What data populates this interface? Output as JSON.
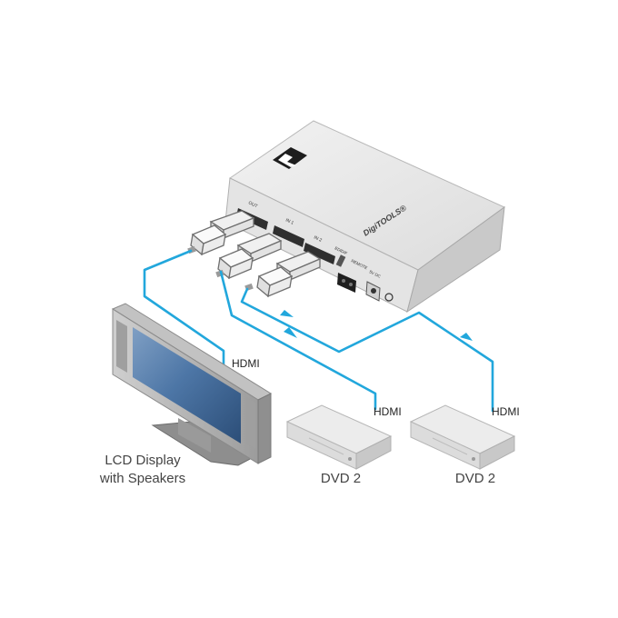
{
  "labels": {
    "lcd_line1": "LCD Display",
    "lcd_line2": "with Speakers",
    "dvd_a": "DVD 2",
    "dvd_b": "DVD 2",
    "hdmi_display": "HDMI",
    "hdmi_dvd_a": "HDMI",
    "hdmi_dvd_b": "HDMI"
  },
  "device": {
    "brand": "DigiTOOLS®",
    "port_out": "OUT",
    "port_in1": "IN 1",
    "port_in2": "IN 2",
    "port_edid": "EDID/F",
    "port_remote": "REMOTE",
    "port_power": "5V DC"
  },
  "colors": {
    "cable": "#22a7dc",
    "device_top": "#e9e9e9",
    "device_side": "#cfcfcf",
    "screen": "#3b5f8c"
  }
}
